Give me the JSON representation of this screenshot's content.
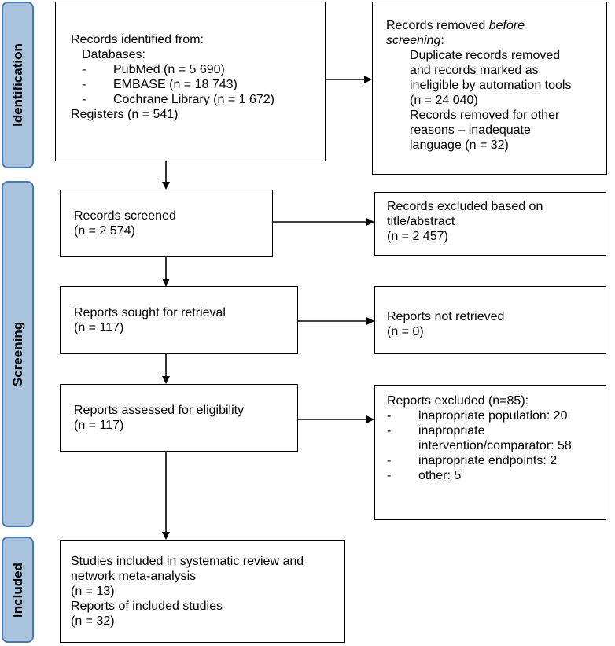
{
  "phases": {
    "identification": "Identification",
    "screening": "Screening",
    "included": "Included"
  },
  "identified": {
    "title": "Records identified from:",
    "databases_label": "Databases:",
    "databases": [
      {
        "dash": "-",
        "text": "PubMed (n = 5 690)"
      },
      {
        "dash": "-",
        "text": "EMBASE (n = 18 743)"
      },
      {
        "dash": "-",
        "text": "Cochrane Library (n = 1  672)"
      }
    ],
    "registers": "Registers (n = 541)"
  },
  "removed": {
    "title_a": "Records removed ",
    "title_b": "before",
    "title_c": "screening",
    "title_d": ":",
    "dup_lines": [
      "Duplicate records removed",
      "and records marked as",
      "ineligible by automation tools",
      "(n = 24 040)"
    ],
    "other_lines": [
      "Records removed for other",
      "reasons – inadequate",
      "language (n = 32)"
    ]
  },
  "screened": {
    "lines": [
      "Records screened",
      "(n = 2 574)"
    ]
  },
  "excluded_title": {
    "lines": [
      "Records excluded based on",
      "title/abstract",
      "(n = 2 457)"
    ]
  },
  "sought": {
    "lines": [
      "Reports sought for retrieval",
      "(n = 117)"
    ]
  },
  "not_retrieved": {
    "lines": [
      "Reports not retrieved",
      "(n = 0)"
    ]
  },
  "assessed": {
    "lines": [
      "Reports assessed for eligibility",
      "(n = 117)"
    ]
  },
  "reports_excluded": {
    "title": "Reports excluded (n=85):",
    "items": [
      {
        "dash": "-",
        "lines": [
          "inapropriate population: 20"
        ]
      },
      {
        "dash": "-",
        "lines": [
          "inapropriate",
          "intervention/comparator: 58"
        ]
      },
      {
        "dash": "-",
        "lines": [
          "inapropriate endpoints: 2"
        ]
      },
      {
        "dash": "-",
        "lines": [
          "other: 5"
        ]
      }
    ]
  },
  "included": {
    "lines": [
      "Studies included in systematic review and",
      "network meta-analysis",
      "(n = 13)",
      "Reports of included studies",
      "(n = 32)"
    ]
  }
}
